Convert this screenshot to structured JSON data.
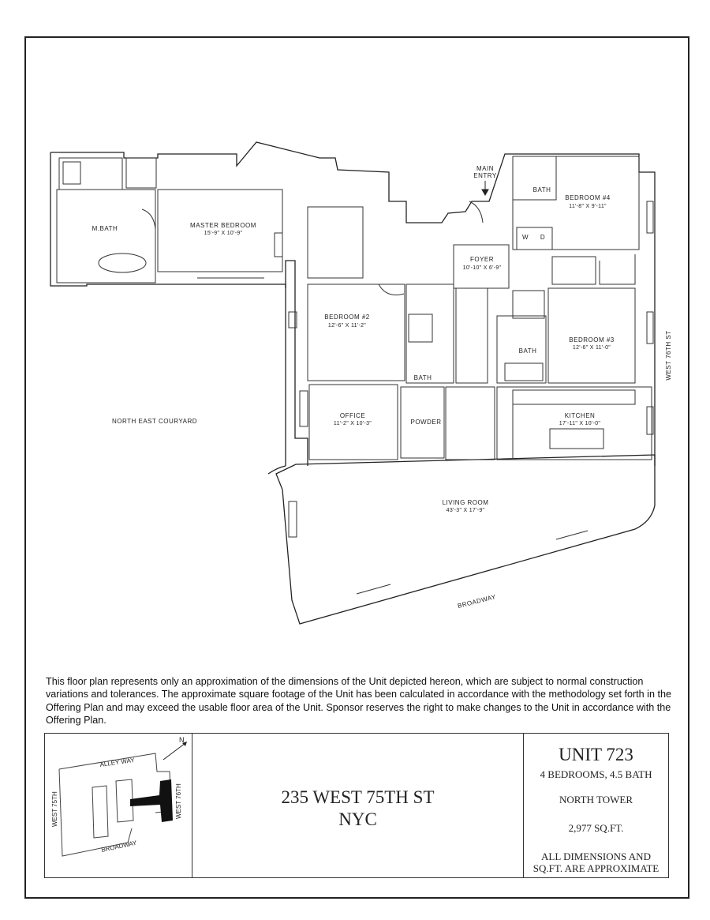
{
  "rooms": {
    "m_bath": "M.BATH",
    "master_bedroom": "MASTER BEDROOM",
    "master_bedroom_dim": "15'-9\" X 10'-9\"",
    "main_entry_1": "MAIN",
    "main_entry_2": "ENTRY",
    "bath_top": "BATH",
    "bedroom4": "BEDROOM #4",
    "bedroom4_dim": "11'-8\" X 9'-11\"",
    "foyer": "FOYER",
    "foyer_dim": "10'-10\" X 6'-9\"",
    "wd_w": "W",
    "wd_d": "D",
    "bedroom2": "BEDROOM #2",
    "bedroom2_dim": "12'-6\" X 11'-2\"",
    "bath_mid": "BATH",
    "bath_right": "BATH",
    "bedroom3": "BEDROOM #3",
    "bedroom3_dim": "12'-6\" X 11'-0\"",
    "office": "OFFICE",
    "office_dim": "11'-2\" X 10'-3\"",
    "powder": "POWDER",
    "kitchen": "KITCHEN",
    "kitchen_dim": "17'-11\" X 10'-0\"",
    "living_room": "LIVING ROOM",
    "living_room_dim": "43'-3\" X 17'-9\"",
    "courtyard": "NORTH EAST COURYARD",
    "west76": "WEST 76TH ST",
    "broadway": "BROADWAY"
  },
  "disclaimer": "This floor plan represents only an approximation of the dimensions of the Unit depicted hereon, which are subject to normal construction variations and tolerances.  The approximate square footage of the Unit has been calculated in accordance with the methodology set forth in the Offering Plan and may exceed the usable floor area of the Unit.  Sponsor reserves the right to make changes to the Unit in accordance with the Offering Plan.",
  "keymap": {
    "north": "N",
    "alley": "ALLEY WAY",
    "west75": "WEST 75TH",
    "west76": "WEST 76TH",
    "broadway": "BROADWAY"
  },
  "address": {
    "line1": "235 WEST 75TH ST",
    "line2": "NYC"
  },
  "unit": {
    "title": "UNIT 723",
    "bedrooms": "4 BEDROOMS, 4.5 BATH",
    "tower": "NORTH TOWER",
    "sqft": "2,977 SQ.FT.",
    "note_1": "ALL DIMENSIONS AND",
    "note_2": "SQ.FT. ARE APPROXIMATE"
  }
}
